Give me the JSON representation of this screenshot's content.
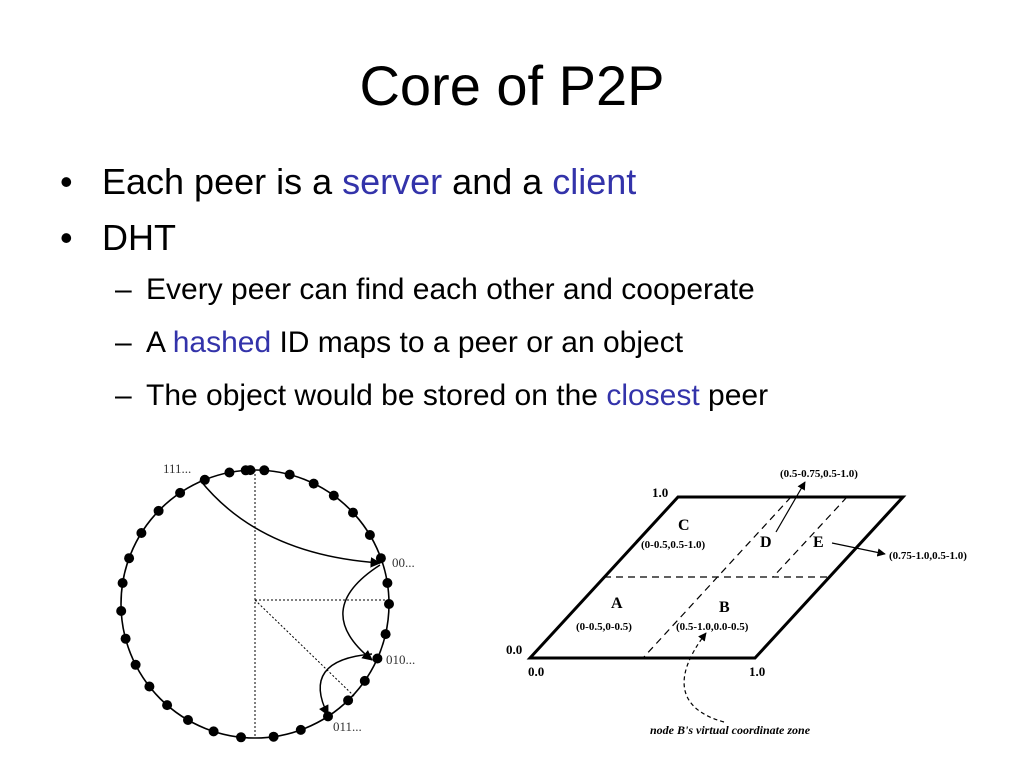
{
  "slide": {
    "title": "Core of P2P",
    "bullet_char": "•",
    "dash_char": "–",
    "bullets": [
      {
        "parts": [
          "Each peer is a ",
          "server",
          " and a ",
          "client"
        ]
      },
      {
        "text": "DHT"
      }
    ],
    "subbullets": [
      {
        "text": "Every peer can find each other and cooperate"
      },
      {
        "parts": [
          "A ",
          "hashed",
          " ID maps to a peer or an object"
        ]
      },
      {
        "parts": [
          "The object would be stored on the ",
          "closest",
          " peer"
        ]
      }
    ],
    "highlight_color": "#3333aa"
  },
  "ring": {
    "labels": {
      "top": "111...",
      "right_upper": "00...",
      "right_lower": "010...",
      "bottom": "011..."
    }
  },
  "can": {
    "axis": {
      "top_left": "1.0",
      "origin_y": "0.0",
      "origin_x": "0.0",
      "x_end": "1.0"
    },
    "zones": {
      "A": {
        "name": "A",
        "range": "(0-0.5,0-0.5)"
      },
      "B": {
        "name": "B",
        "range": "(0.5-1.0,0.0-0.5)"
      },
      "C": {
        "name": "C",
        "range": "(0-0.5,0.5-1.0)"
      },
      "D": {
        "name": "D",
        "range": "(0.5-0.75,0.5-1.0)"
      },
      "E": {
        "name": "E",
        "range": "(0.75-1.0,0.5-1.0)"
      }
    },
    "caption": "node B's virtual coordinate zone"
  }
}
